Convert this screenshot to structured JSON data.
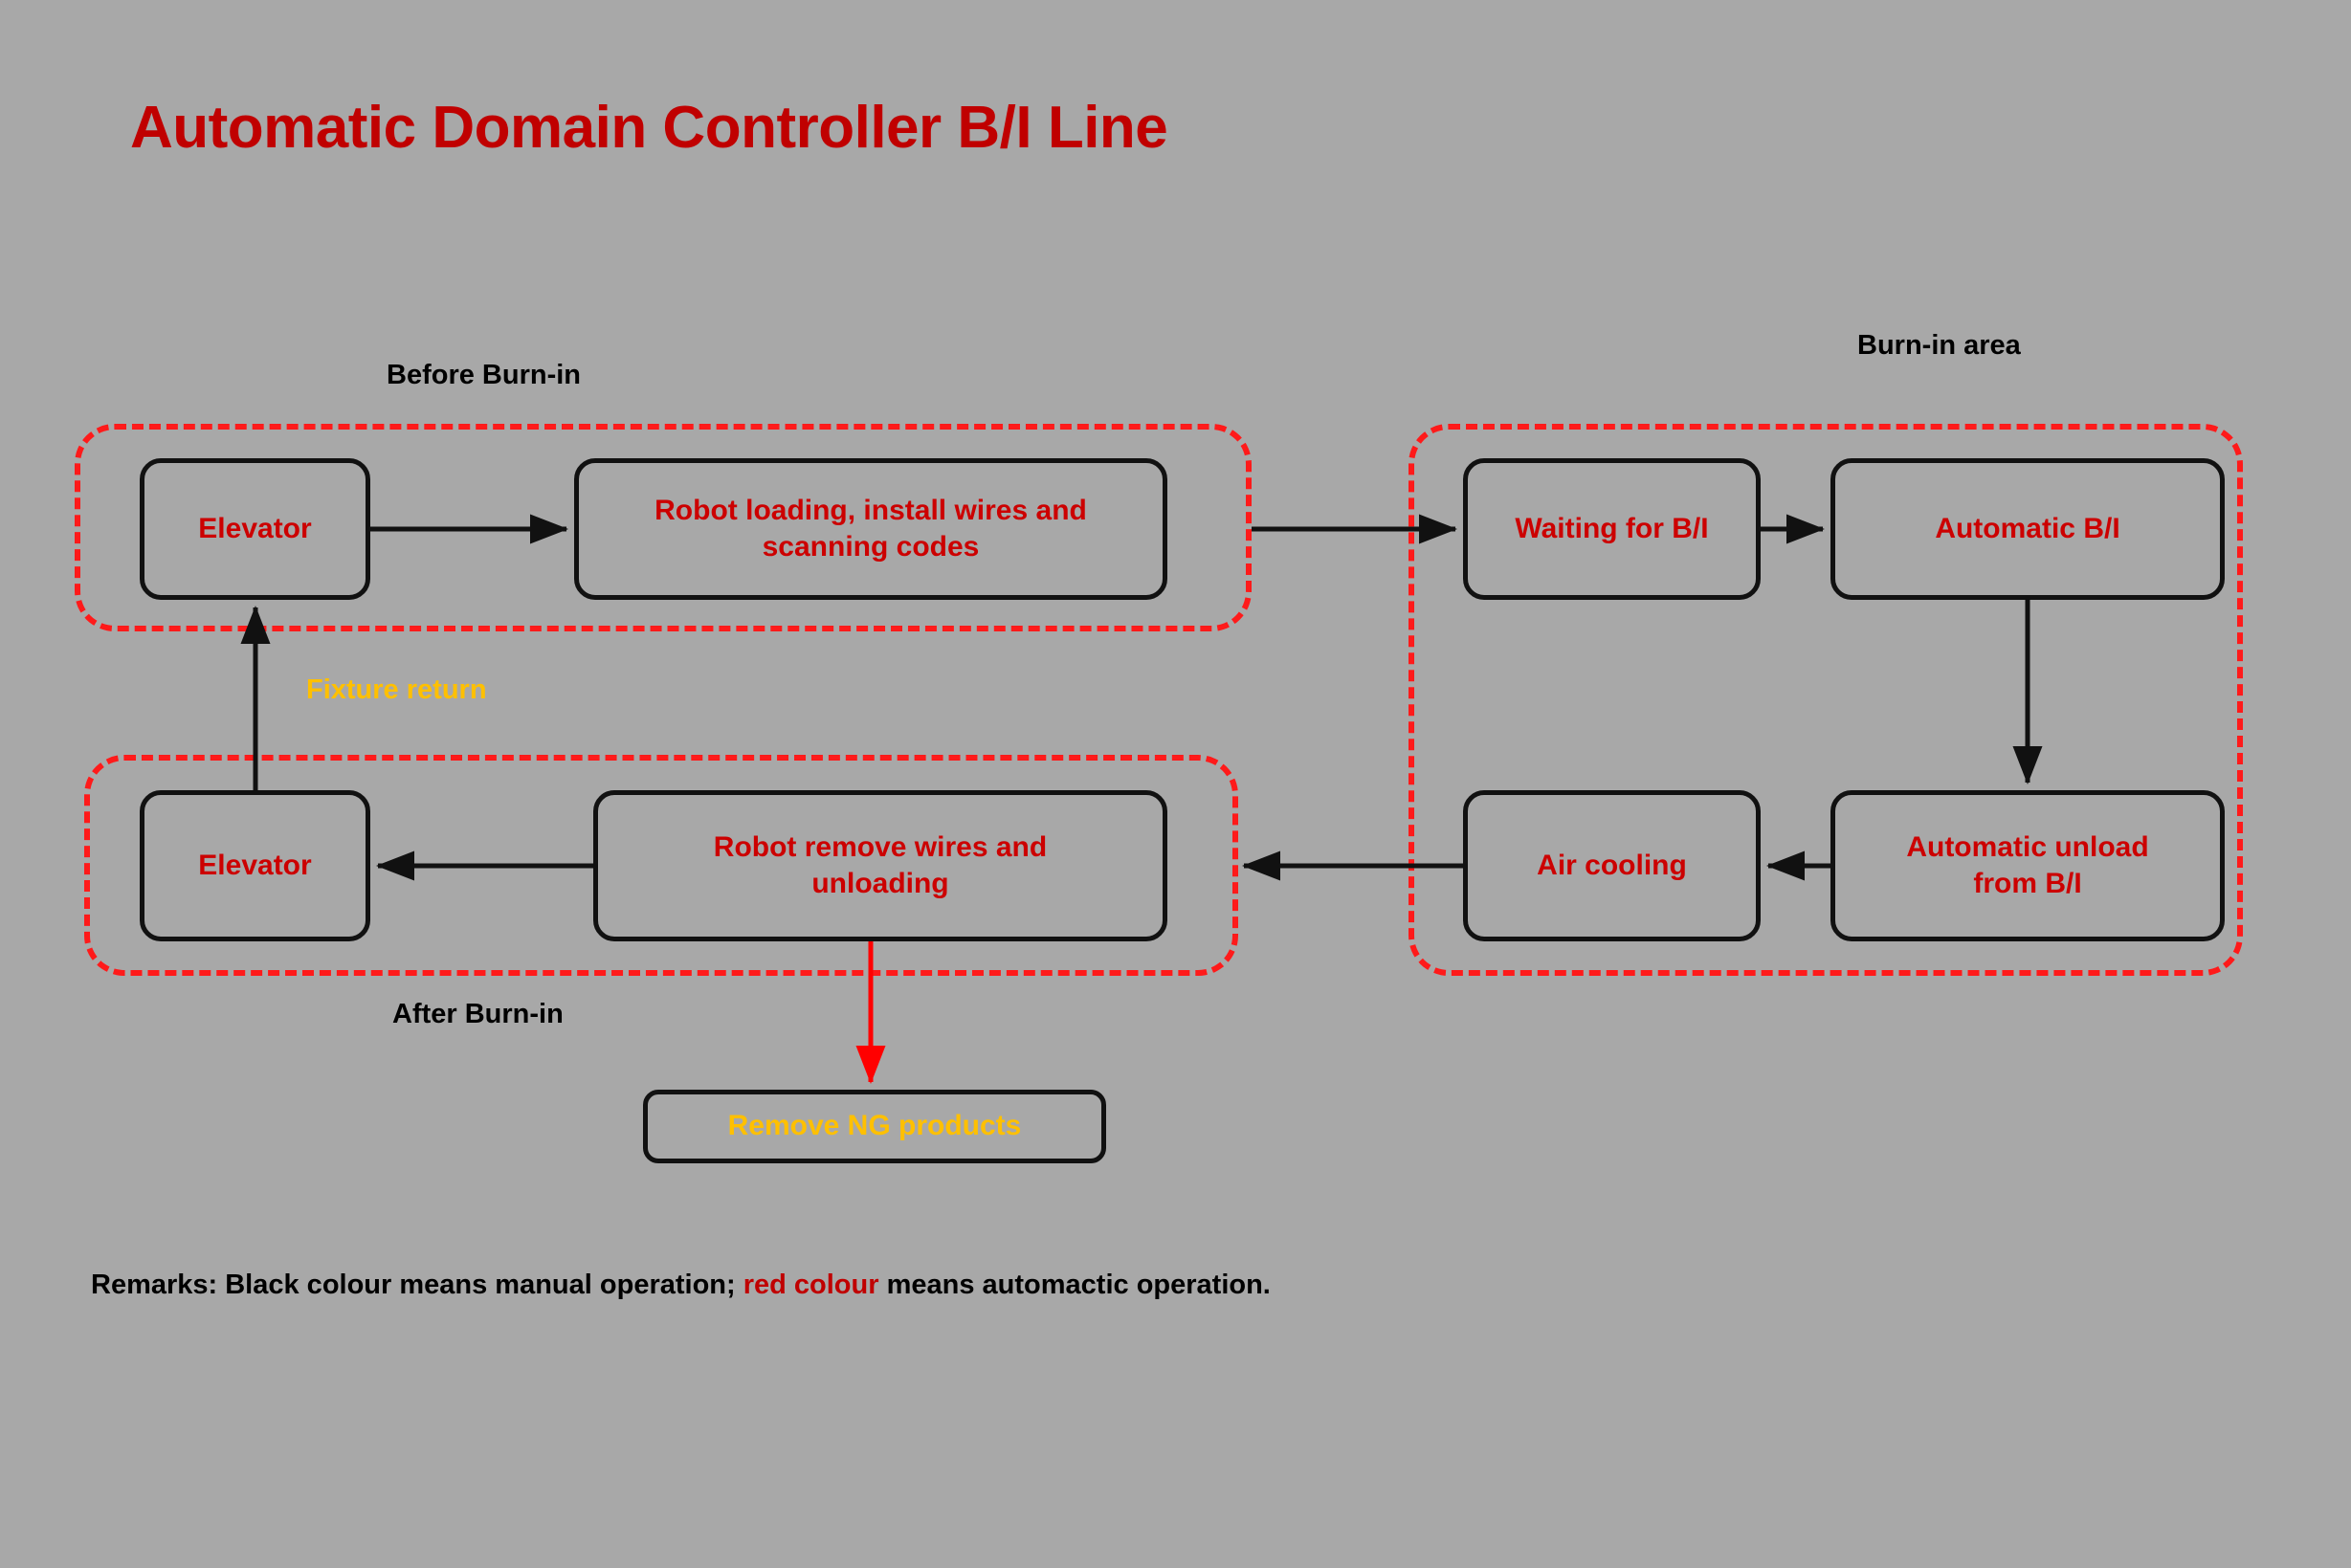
{
  "page": {
    "title": "Automatic Domain Controller B/I Line",
    "background_color": "#a8a8a8",
    "title_color": "#c00000"
  },
  "colors": {
    "node_text_red": "#cc0000",
    "zone_border_red": "#ff1a1a",
    "accent_gold": "#ffc000",
    "line_black": "#111111"
  },
  "zones": [
    {
      "id": "before-burn-in",
      "label": "Before Burn-in"
    },
    {
      "id": "after-burn-in",
      "label": "After Burn-in"
    },
    {
      "id": "burn-in-area",
      "label": "Burn-in area"
    }
  ],
  "nodes": [
    {
      "id": "elevator-in",
      "label": "Elevator"
    },
    {
      "id": "robot-loading",
      "label": "Robot loading, install wires and\nscanning codes"
    },
    {
      "id": "waiting-for-bi",
      "label": "Waiting for B/I"
    },
    {
      "id": "automatic-bi",
      "label": "Automatic B/I"
    },
    {
      "id": "automatic-unload",
      "label": "Automatic unload\nfrom B/I"
    },
    {
      "id": "air-cooling",
      "label": "Air cooling"
    },
    {
      "id": "robot-remove",
      "label": "Robot remove wires and\nunloading"
    },
    {
      "id": "elevator-out",
      "label": "Elevator"
    },
    {
      "id": "remove-ng",
      "label": "Remove NG products"
    }
  ],
  "annotations": [
    {
      "id": "fixture-return",
      "label": "Fixture return",
      "color": "#ffc000"
    }
  ],
  "remarks": {
    "prefix": "Remarks: Black colour means manual operation; ",
    "highlight": "red colour",
    "suffix": " means automactic operation."
  },
  "chart_data": {
    "type": "diagram",
    "title": "Automatic Domain Controller B/I Line",
    "flow": [
      {
        "from": "elevator-in",
        "to": "robot-loading",
        "color": "black",
        "direction": "right"
      },
      {
        "from": "robot-loading",
        "to": "waiting-for-bi",
        "color": "black",
        "direction": "right"
      },
      {
        "from": "waiting-for-bi",
        "to": "automatic-bi",
        "color": "black",
        "direction": "right"
      },
      {
        "from": "automatic-bi",
        "to": "automatic-unload",
        "color": "black",
        "direction": "down"
      },
      {
        "from": "automatic-unload",
        "to": "air-cooling",
        "color": "black",
        "direction": "left"
      },
      {
        "from": "air-cooling",
        "to": "robot-remove",
        "color": "black",
        "direction": "left"
      },
      {
        "from": "robot-remove",
        "to": "elevator-out",
        "color": "black",
        "direction": "left"
      },
      {
        "from": "elevator-out",
        "to": "elevator-in",
        "color": "black",
        "direction": "up",
        "label": "Fixture return"
      },
      {
        "from": "robot-remove",
        "to": "remove-ng",
        "color": "red",
        "direction": "down"
      }
    ]
  }
}
